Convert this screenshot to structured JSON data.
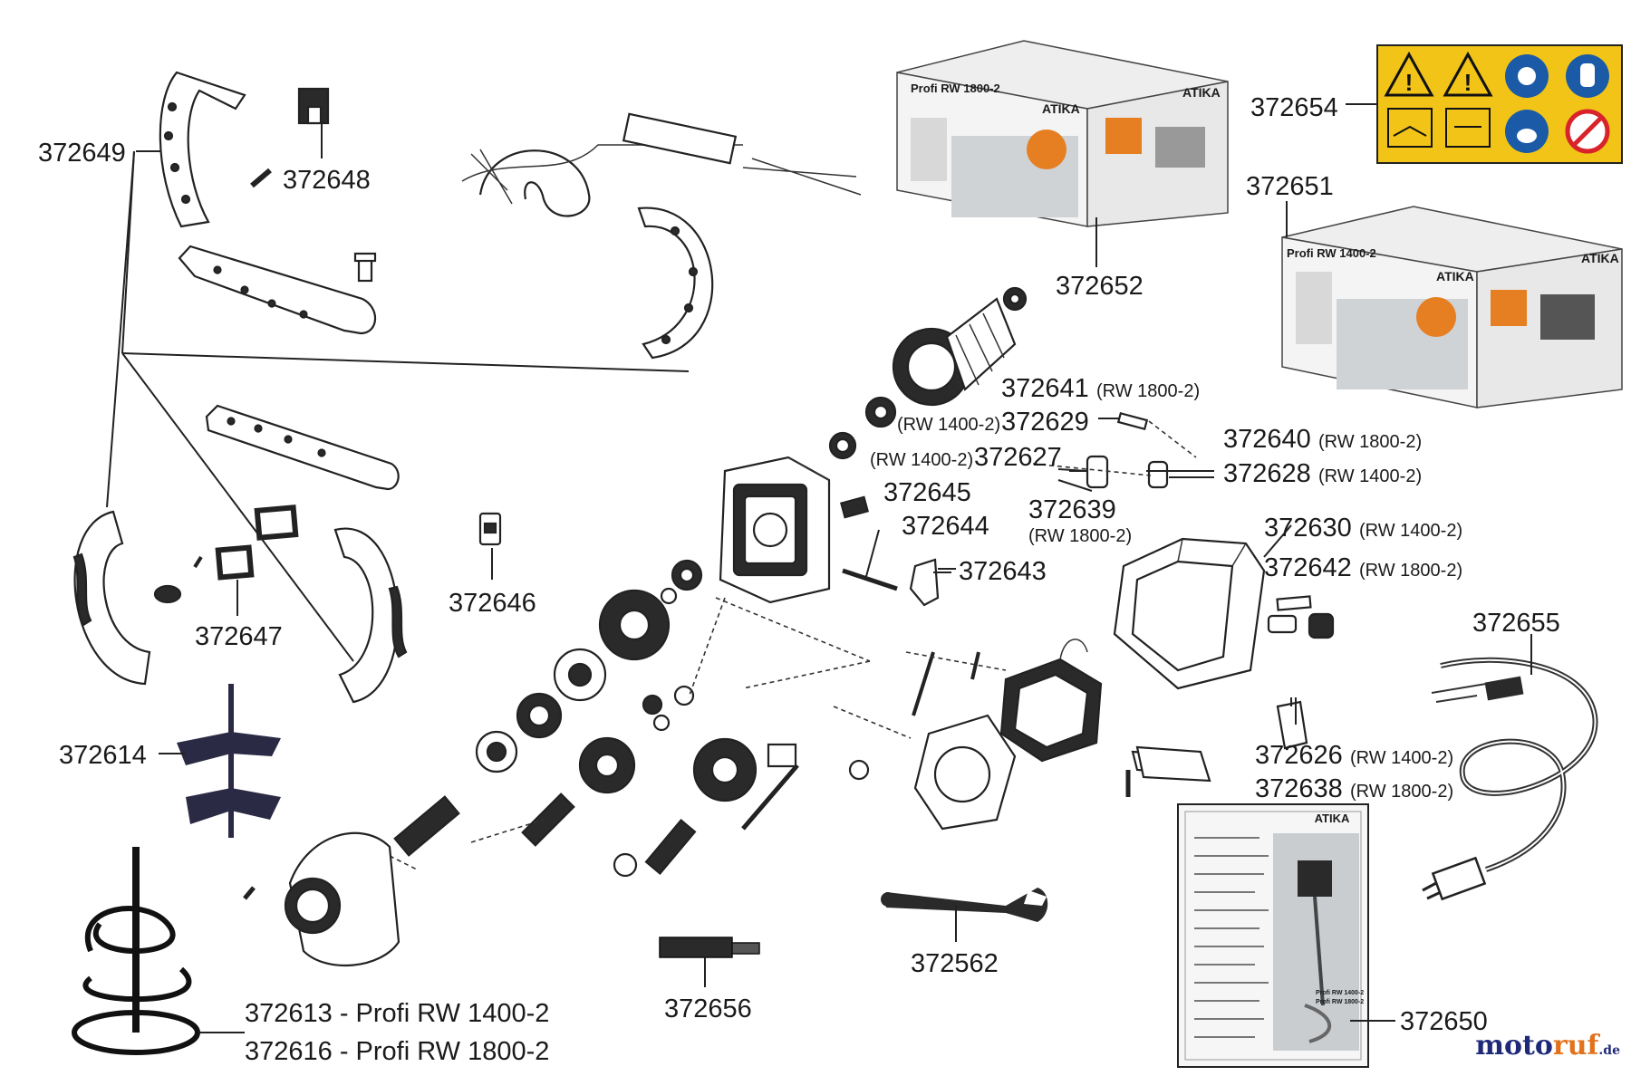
{
  "labels": {
    "p372649": "372649",
    "p372648": "372648",
    "p372652": "372652",
    "p372654": "372654",
    "p372651": "372651",
    "p372641": "372641",
    "p372641_note": "(RW 1800-2)",
    "p372629_note": "(RW 1400-2)",
    "p372629": "372629",
    "p372640": "372640",
    "p372640_note": "(RW 1800-2)",
    "p372627_note": "(RW 1400-2)",
    "p372627": "372627",
    "p372628": "372628",
    "p372628_note": "(RW 1400-2)",
    "p372645": "372645",
    "p372639": "372639",
    "p372639_note": "(RW 1800-2)",
    "p372644": "372644",
    "p372630": "372630",
    "p372630_note": "(RW 1400-2)",
    "p372643": "372643",
    "p372642": "372642",
    "p372642_note": "(RW 1800-2)",
    "p372646": "372646",
    "p372647": "372647",
    "p372655": "372655",
    "p372614": "372614",
    "p372626": "372626",
    "p372626_note": "(RW 1400-2)",
    "p372638": "372638",
    "p372638_note": "(RW 1800-2)",
    "p372562": "372562",
    "p372656": "372656",
    "p372650": "372650",
    "p372613": "372613 - Profi RW 1400-2",
    "p372616": "372616 - Profi RW 1800-2"
  },
  "box_1800": {
    "brand": "ATIKA",
    "model": "Profi RW 1800-2"
  },
  "box_1400": {
    "brand": "ATIKA",
    "model": "Profi RW 1400-2"
  },
  "manual": {
    "brand": "ATIKA",
    "model_a": "Profi RW 1400-2",
    "model_b": "Profi RW 1800-2"
  },
  "warning_sticker": {
    "background": "#f2c418",
    "icons": [
      "warning-triangle-icon",
      "warning-triangle-icon",
      "ear-protection-icon",
      "gloves-icon",
      "read-manual-icon",
      "unplug-icon",
      "dust-mask-icon",
      "no-entry-icon"
    ]
  },
  "watermark": {
    "part_a": "moto",
    "part_b": "ruf",
    "part_c": ".de"
  }
}
